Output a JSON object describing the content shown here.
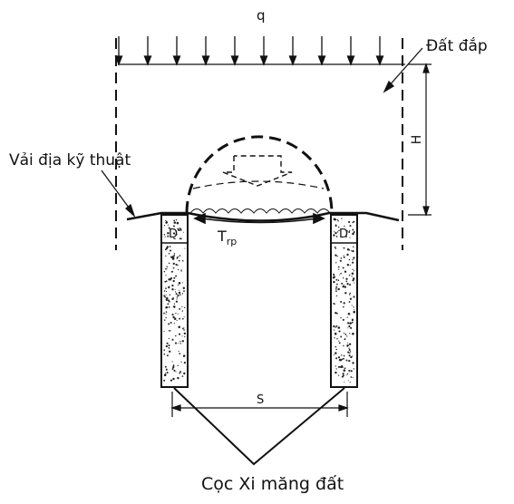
{
  "labels": {
    "load": "q",
    "fill": "Đất đắp",
    "height": "H",
    "geotextile": "Vải địa kỹ thuật",
    "tension_main": "T",
    "tension_sub": "rp",
    "pile_cap_left": "D",
    "pile_cap_right": "D",
    "spacing": "S",
    "piles": "Cọc Xi măng đất"
  },
  "colors": {
    "line": "#111111",
    "background": "#ffffff"
  }
}
